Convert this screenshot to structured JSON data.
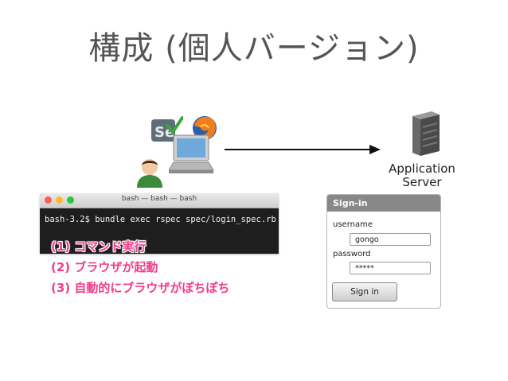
{
  "title": "構成 (個人バージョン)",
  "server": {
    "label_line1": "Application",
    "label_line2": "Server",
    "icon": "server-icon"
  },
  "client": {
    "icons": [
      "selenium-icon",
      "firefox-icon",
      "laptop-icon",
      "user-icon"
    ]
  },
  "terminal": {
    "window_title": "bash — bash — bash",
    "command": "bash-3.2$ bundle exec rspec spec/login_spec.rb"
  },
  "steps": [
    "(1) コマンド実行",
    "(2) ブラウザが起動",
    "(3) 自動的にブラウザがぽちぽち"
  ],
  "signin": {
    "header": "Sign-in",
    "username_label": "username",
    "username_value": "gongo",
    "password_label": "password",
    "password_value": "*****",
    "button": "Sign in"
  },
  "colors": {
    "accent_pink": "#f23c8a",
    "title_gray": "#555555"
  }
}
